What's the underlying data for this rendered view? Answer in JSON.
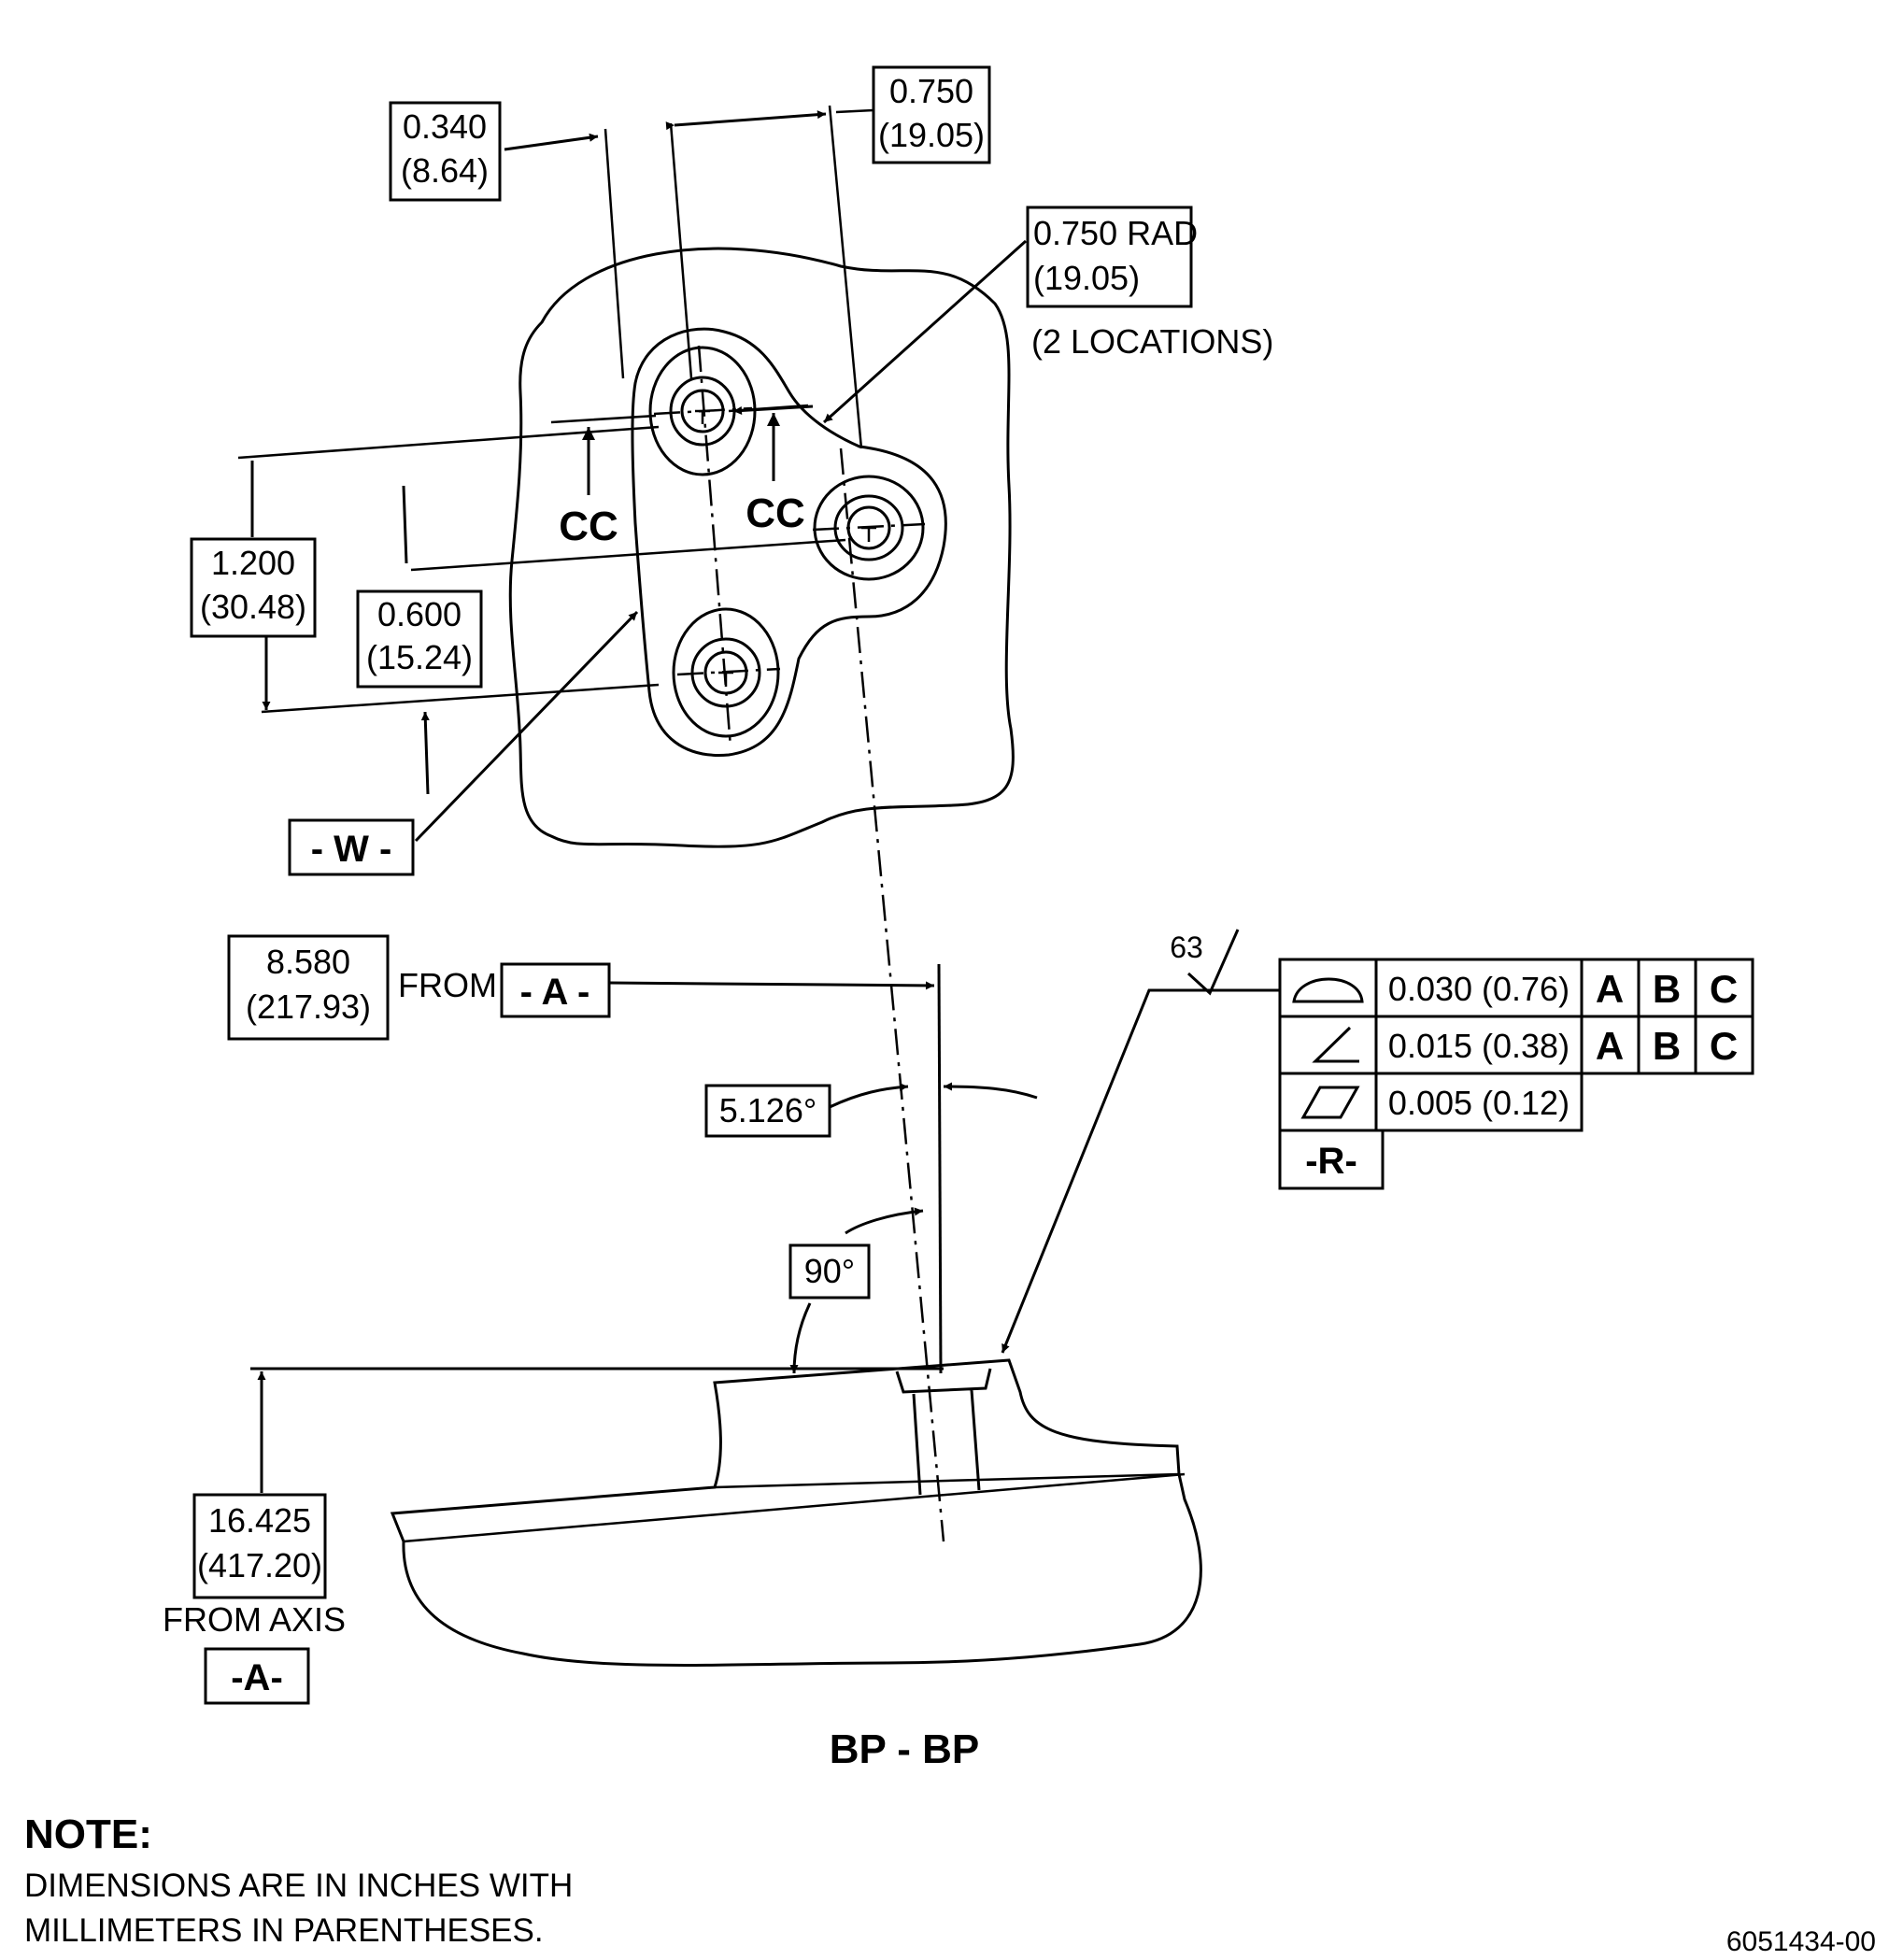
{
  "dimensions": {
    "d_0340": {
      "inch": "0.340",
      "mm": "(8.64)"
    },
    "d_0750": {
      "inch": "0.750",
      "mm": "(19.05)"
    },
    "rad": {
      "inch": "0.750 RAD",
      "mm": "(19.05)",
      "note": "(2 LOCATIONS)"
    },
    "d_1200": {
      "inch": "1.200",
      "mm": "(30.48)"
    },
    "d_0600": {
      "inch": "0.600",
      "mm": "(15.24)"
    },
    "d_8580": {
      "inch": "8.580",
      "mm": "(217.93)",
      "from": "FROM"
    },
    "angle_5126": "5.126°",
    "angle_90": "90°",
    "d_16425": {
      "inch": "16.425",
      "mm": "(417.20)",
      "from": "FROM AXIS"
    }
  },
  "labels": {
    "cc_left": "CC",
    "cc_right": "CC",
    "surface_finish": "63",
    "section_title": "BP - BP",
    "drawing_number": "6051434-00"
  },
  "datums": {
    "w": "- W -",
    "a_dashed": "- A -",
    "a_axis": "-A-",
    "r": "-R-"
  },
  "feature_control_frame": {
    "rows": [
      {
        "symbol": "profile-of-surface-icon",
        "tolerance": "0.030 (0.76)",
        "datums": [
          "A",
          "B",
          "C"
        ]
      },
      {
        "symbol": "angularity-icon",
        "tolerance": "0.015 (0.38)",
        "datums": [
          "A",
          "B",
          "C"
        ]
      },
      {
        "symbol": "flatness-icon",
        "tolerance": "0.005 (0.12)",
        "datums": []
      }
    ]
  },
  "note": {
    "title": "NOTE:",
    "line1": "DIMENSIONS ARE IN INCHES WITH",
    "line2": "MILLIMETERS IN PARENTHESES."
  }
}
